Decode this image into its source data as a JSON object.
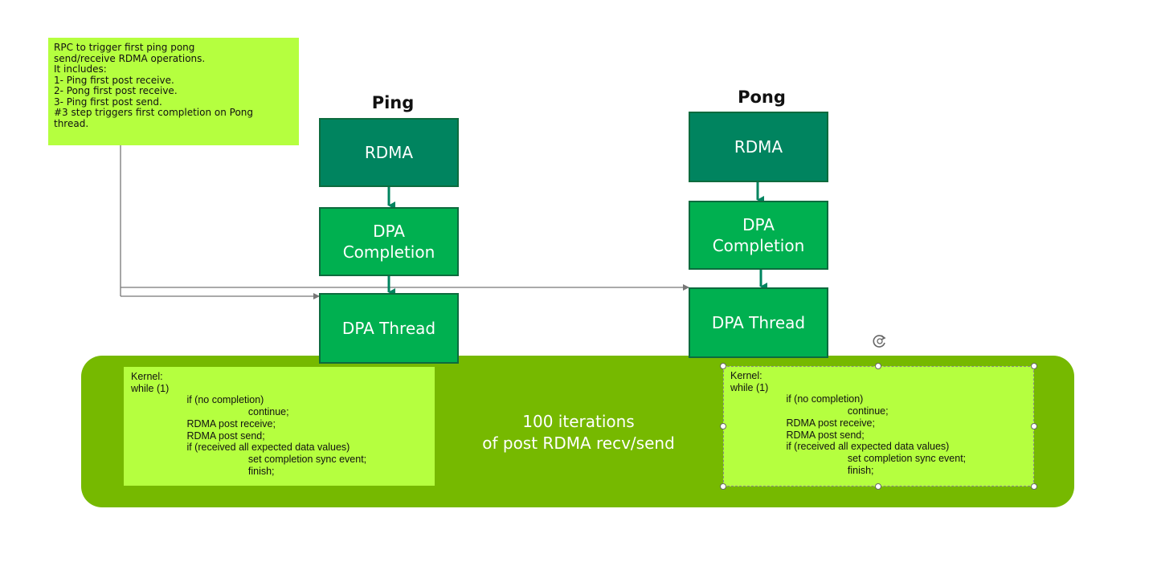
{
  "note": {
    "lines": [
      "RPC to trigger first ping pong",
      "send/receive RDMA operations.",
      "It includes:",
      "1- Ping first post receive.",
      "2- Pong first post receive.",
      "3- Ping first post send.",
      "#3 step triggers first completion on Pong",
      "thread."
    ]
  },
  "ping": {
    "title": "Ping",
    "rdma": "RDMA",
    "completion_line1": "DPA",
    "completion_line2": "Completion",
    "thread": "DPA Thread"
  },
  "pong": {
    "title": "Pong",
    "rdma": "RDMA",
    "completion_line1": "DPA",
    "completion_line2": "Completion",
    "thread": "DPA Thread"
  },
  "band": {
    "line1": "100 iterations",
    "line2": "of post RDMA recv/send"
  },
  "kernel_lines": [
    "Kernel:",
    "while (1)",
    "                    if (no completion)",
    "                                          continue;",
    "                    RDMA post receive;",
    "                    RDMA post send;",
    "                    if (received all expected data values)",
    "                                          set completion sync event;",
    "                                          finish;"
  ],
  "colors": {
    "note_bg": "#b5ff3f",
    "rdma_box": "#00845f",
    "dpa_box": "#00b050",
    "band_bg": "#76b900",
    "arrow": "#00845f"
  },
  "icons": {
    "rotate_handle": "rotate-icon"
  }
}
